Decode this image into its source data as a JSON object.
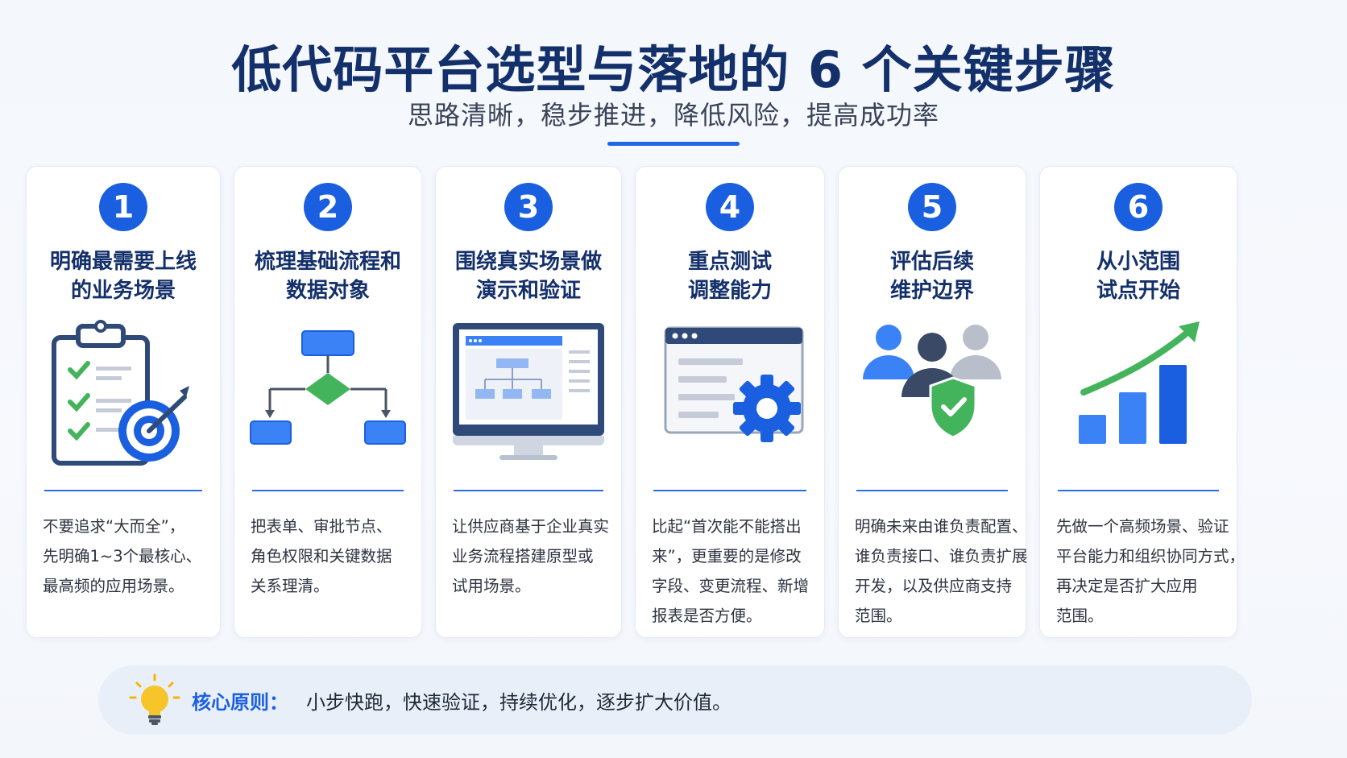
{
  "header": {
    "title": "低代码平台选型与落地的 6 个关键步骤",
    "subtitle": "思路清晰，稳步推进，降低风险，提高成功率"
  },
  "steps": [
    {
      "number": "1",
      "title_lines": [
        "明确最需要上线",
        "的业务场景"
      ],
      "icon": "clipboard-target-icon",
      "desc_lines": [
        "不要追求“大而全”，",
        "先明确1~3个最核心、",
        "最高频的应用场景。"
      ]
    },
    {
      "number": "2",
      "title_lines": [
        "梳理基础流程和",
        "数据对象"
      ],
      "icon": "flowchart-icon",
      "desc_lines": [
        "把表单、审批节点、",
        "角色权限和关键数据",
        "关系理清。"
      ]
    },
    {
      "number": "3",
      "title_lines": [
        "围绕真实场景做",
        "演示和验证"
      ],
      "icon": "monitor-icon",
      "desc_lines": [
        "让供应商基于企业真实",
        "业务流程搭建原型或",
        "试用场景。"
      ]
    },
    {
      "number": "4",
      "title_lines": [
        "重点测试",
        "调整能力"
      ],
      "icon": "browser-gear-icon",
      "desc_lines": [
        "比起“首次能不能搭出",
        "来”，更重要的是修改",
        "字段、变更流程、新增",
        "报表是否方便。"
      ]
    },
    {
      "number": "5",
      "title_lines": [
        "评估后续",
        "维护边界"
      ],
      "icon": "team-shield-icon",
      "desc_lines": [
        "明确未来由谁负责配置、",
        "谁负责接口、谁负责扩展",
        "开发，以及供应商支持",
        "范围。"
      ]
    },
    {
      "number": "6",
      "title_lines": [
        "从小范围",
        "试点开始"
      ],
      "icon": "growth-chart-icon",
      "desc_lines": [
        "先做一个高频场景、验证",
        "平台能力和组织协同方式，",
        "再决定是否扩大应用",
        "范围。"
      ]
    }
  ],
  "principle": {
    "label": "核心原则：",
    "text": "小步快跑，快速验证，持续优化，逐步扩大价值。",
    "icon": "lightbulb-icon"
  },
  "colors": {
    "primary": "#1a5fe0",
    "title": "#14306b",
    "green": "#43b45c",
    "panel": "#e9eff9"
  }
}
